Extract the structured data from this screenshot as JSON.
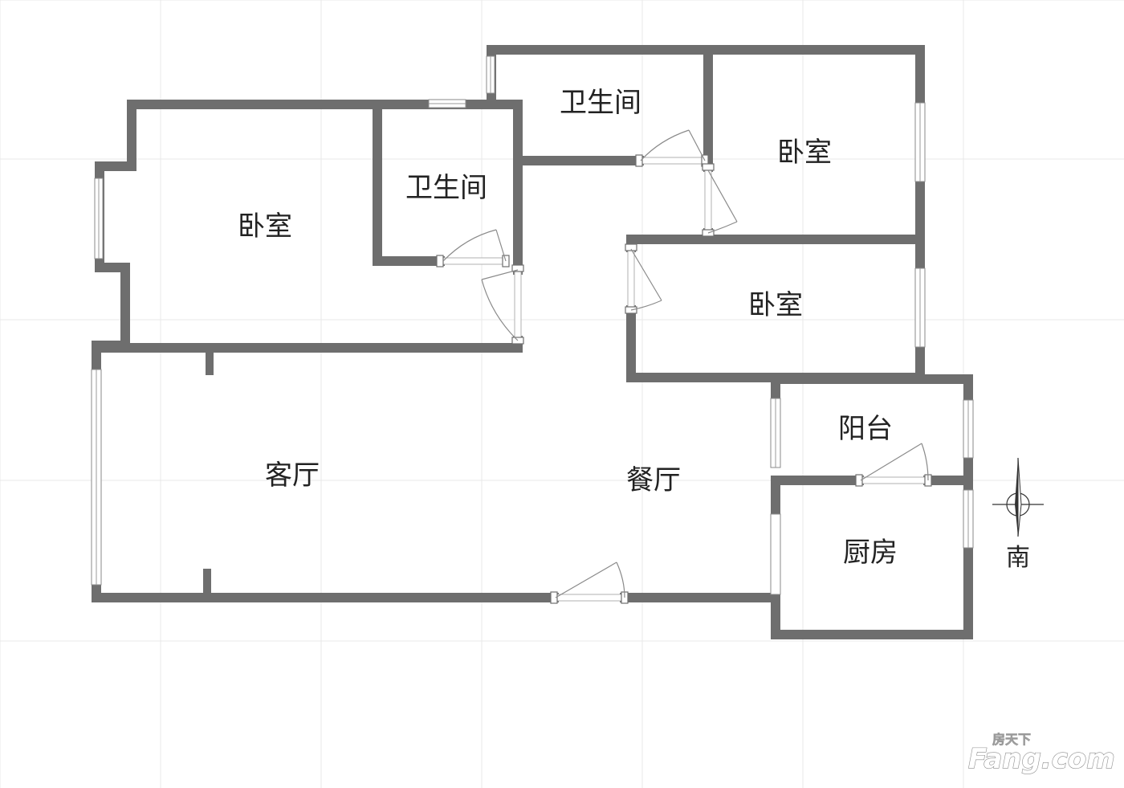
{
  "rooms": {
    "bedroom_west": "卧室",
    "bathroom_center": "卫生间",
    "bathroom_north": "卫生间",
    "bedroom_northeast": "卧室",
    "bedroom_east": "卧室",
    "living_room": "客厅",
    "dining_room": "餐厅",
    "balcony": "阳台",
    "kitchen": "厨房"
  },
  "compass": {
    "direction_label": "南",
    "icon": "compass-north-arrow-icon"
  },
  "watermark": {
    "brand_cn": "房天下",
    "brand_en": "Fang.com"
  },
  "colors": {
    "wall": "#6e6e6e",
    "grid": "#e9e9e9",
    "background": "#ffffff"
  }
}
